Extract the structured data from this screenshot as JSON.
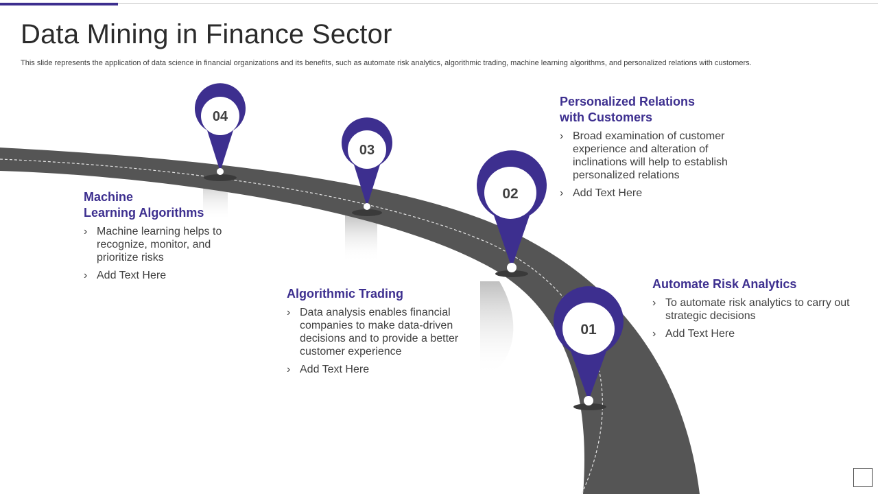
{
  "title": "Data Mining in Finance Sector",
  "subtitle": "This slide represents the application of data science in financial organizations and its benefits, such as automate risk analytics, algorithmic trading, machine learning algorithms, and personalized relations with customers.",
  "colors": {
    "accent": "#3d2f8f",
    "road": "#555555",
    "text": "#404040"
  },
  "pins": [
    {
      "label": "01"
    },
    {
      "label": "02"
    },
    {
      "label": "03"
    },
    {
      "label": "04"
    }
  ],
  "steps": {
    "automate": {
      "heading": "Automate Risk Analytics",
      "bullets": [
        "To automate risk analytics to carry out strategic decisions",
        "Add Text Here"
      ]
    },
    "personalized": {
      "heading_line1": "Personalized Relations",
      "heading_line2": "with Customers",
      "bullets": [
        "Broad examination of customer experience and alteration of inclinations will help to establish personalized relations",
        "Add Text Here"
      ]
    },
    "trading": {
      "heading": "Algorithmic Trading",
      "bullets": [
        "Data analysis enables financial companies to make data-driven decisions and to provide a better customer experience",
        "Add Text Here"
      ]
    },
    "ml": {
      "heading_line1": "Machine",
      "heading_line2": "Learning Algorithms",
      "bullets": [
        "Machine learning helps to recognize, monitor, and prioritize risks",
        "Add Text Here"
      ]
    }
  },
  "bullet_marker": "›"
}
